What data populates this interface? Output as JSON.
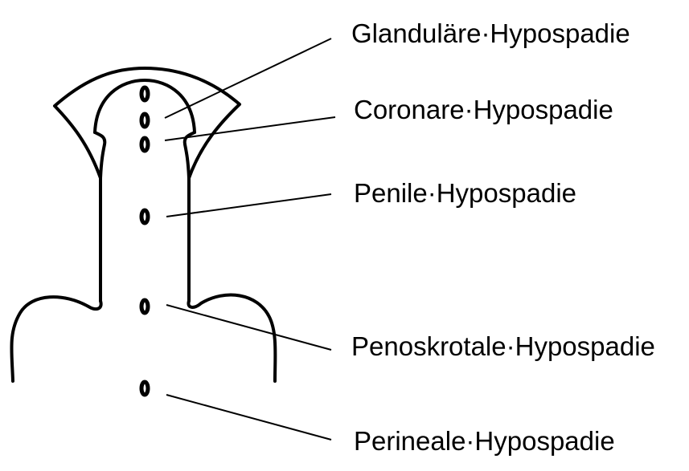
{
  "labels": [
    {
      "id": "glandular",
      "text": "Glanduläre·Hypospadie"
    },
    {
      "id": "coronal",
      "text": "Coronare·Hypospadie"
    },
    {
      "id": "penile",
      "text": "Penile·Hypospadie"
    },
    {
      "id": "penoscrotal",
      "text": "Penoskrotale·Hypospadie"
    },
    {
      "id": "perineal",
      "text": "Perineale·Hypospadie"
    }
  ],
  "colors": {
    "line": "#000000",
    "background": "#ffffff"
  }
}
